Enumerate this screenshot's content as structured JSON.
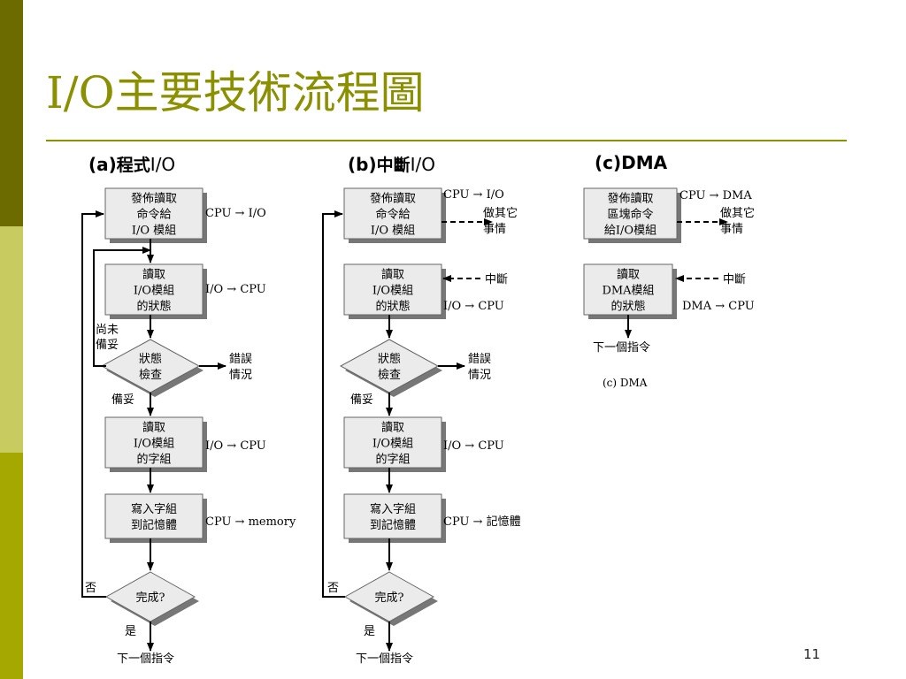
{
  "title": "I/O主要技術流程圖",
  "page_number": "11",
  "colors": {
    "accent": "#8a9000",
    "bar_dark": "#6b6b00",
    "bar_light": "#c8cc60",
    "box": "#ebebeb"
  },
  "panel_a": {
    "label": "(a)",
    "label_suffix": "程式",
    "label_io": "I/O",
    "issue": [
      "發佈讀取",
      "命令給",
      "I/O 模組"
    ],
    "issue_note": "CPU → I/O",
    "read_status": [
      "讀取",
      "I/O模組",
      "的狀態"
    ],
    "read_status_note": "I/O → CPU",
    "not_ready": [
      "尚未",
      "備妥"
    ],
    "check": [
      "狀態",
      "檢查"
    ],
    "error": [
      "錯誤",
      "情況"
    ],
    "ready": "備妥",
    "read_word": [
      "讀取",
      "I/O模組",
      "的字組"
    ],
    "read_word_note": "I/O → CPU",
    "write": [
      "寫入字組",
      "到記憶體"
    ],
    "write_note": "CPU → memory",
    "no": "否",
    "done": "完成?",
    "yes": "是",
    "next": "下一個指令"
  },
  "panel_b": {
    "label": "(b)",
    "label_suffix": "中斷",
    "label_io": "I/O",
    "issue": [
      "發佈讀取",
      "命令給",
      "I/O 模組"
    ],
    "issue_note": "CPU → I/O",
    "do_other": [
      "做其它",
      "事情"
    ],
    "interrupt": "中斷",
    "read_status": [
      "讀取",
      "I/O模組",
      "的狀態"
    ],
    "read_status_note": "I/O → CPU",
    "check": [
      "狀態",
      "檢查"
    ],
    "error": [
      "錯誤",
      "情況"
    ],
    "ready": "備妥",
    "read_word": [
      "讀取",
      "I/O模組",
      "的字組"
    ],
    "read_word_note": "I/O → CPU",
    "write": [
      "寫入字組",
      "到記憶體"
    ],
    "write_note": "CPU → 記憶體",
    "no": "否",
    "done": "完成?",
    "yes": "是",
    "next": "下一個指令"
  },
  "panel_c": {
    "label": "(c)DMA",
    "issue": [
      "發佈讀取",
      "區塊命令",
      "給I/O模組"
    ],
    "issue_note": "CPU → DMA",
    "do_other": [
      "做其它",
      "事情"
    ],
    "interrupt": "中斷",
    "read_status": [
      "讀取",
      "DMA模組",
      "的狀態"
    ],
    "read_status_note": "DMA → CPU",
    "next": "下一個指令",
    "caption": "(c) DMA"
  }
}
